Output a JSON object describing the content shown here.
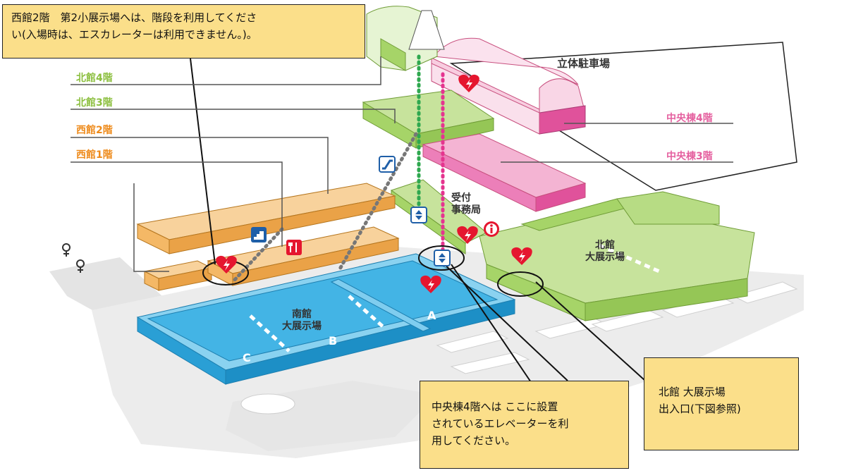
{
  "notes": {
    "west2f_line1": "西館2階　第2小展示場へは、階段を利用してくださ",
    "west2f_line2": "い(入場時は、エスカレーターは利用できません。)。",
    "central4f_line1": "中央棟4階へは ここに設置",
    "central4f_line2": "されているエレベーターを利",
    "central4f_line3": "用してください。",
    "north_entrance_line1": "北館 大展示場",
    "north_entrance_line2": "出入口(下図参照)"
  },
  "floors": {
    "north_4f": "北館4階",
    "north_3f": "北館3階",
    "west_2f": "西館2階",
    "west_1f": "西館1階",
    "central_4f": "中央棟4階",
    "central_3f": "中央棟3階"
  },
  "places": {
    "parking": "立体駐車場",
    "reception_line1": "受付",
    "reception_line2": "事務局",
    "north_hall_line1": "北館",
    "north_hall_line2": "大展示場",
    "south_hall_line1": "南館",
    "south_hall_line2": "大展示場"
  },
  "sections": {
    "a": "A",
    "b": "B",
    "c": "C"
  },
  "icons": [
    "aed-icon",
    "restaurant-icon",
    "information-icon",
    "stairs-icon",
    "escalator-icon",
    "elevator-icon",
    "restroom-icon"
  ],
  "colors": {
    "north_wing": "#a6d468",
    "west_wing": "#f4b866",
    "central_wing": "#ec7fb9",
    "south_hall": "#43b4e5",
    "note_bg": "#fbdf8a",
    "aed": "#e5162f"
  }
}
